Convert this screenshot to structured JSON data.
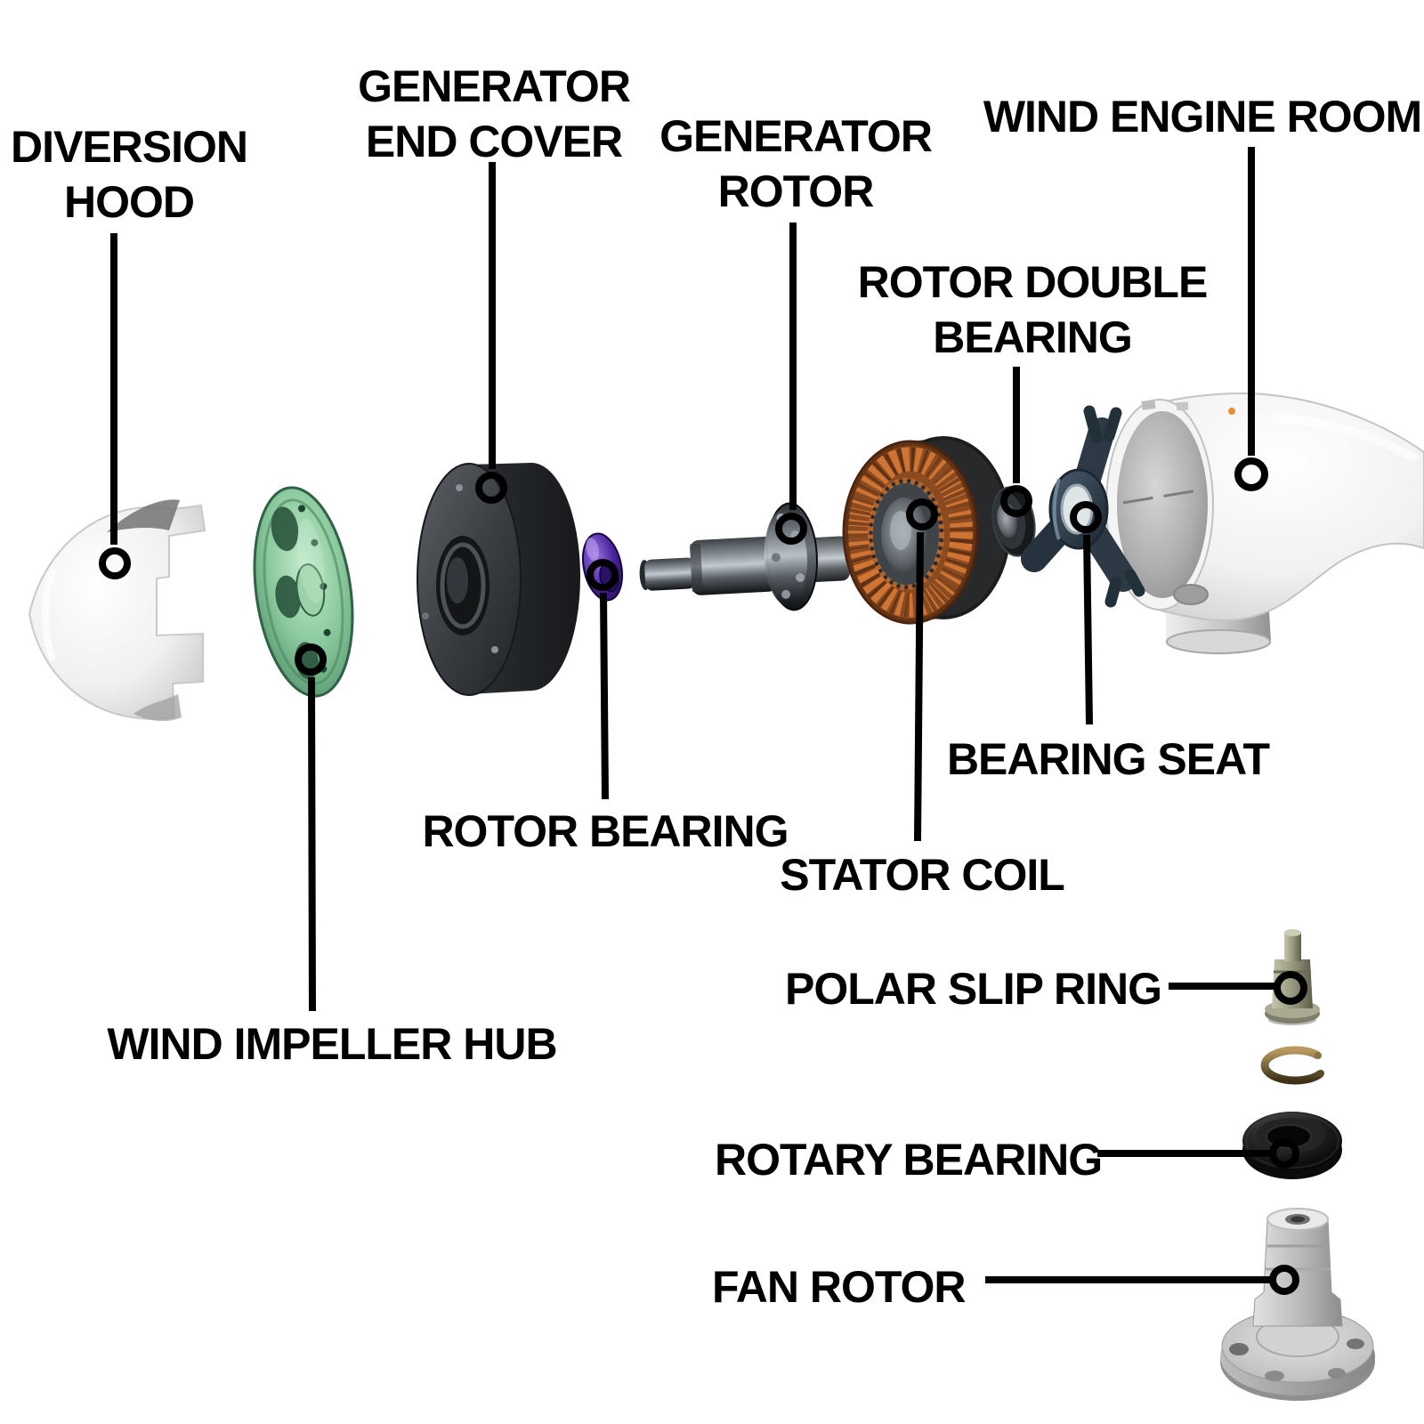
{
  "diagram": {
    "subject": "wind turbine generator exploded view",
    "background": "#ffffff"
  },
  "labels": {
    "diversion_hood": {
      "line1": "DIVERSION",
      "line2": "HOOD"
    },
    "generator_end_cover": {
      "line1": "GENERATOR",
      "line2": "END COVER"
    },
    "generator_rotor": {
      "line1": "GENERATOR",
      "line2": "ROTOR"
    },
    "wind_engine_room": {
      "line1": "WIND ENGINE ROOM"
    },
    "rotor_double_bearing": {
      "line1": "ROTOR DOUBLE",
      "line2": "BEARING"
    },
    "bearing_seat": {
      "line1": "BEARING SEAT"
    },
    "rotor_bearing": {
      "line1": "ROTOR BEARING"
    },
    "stator_coil": {
      "line1": "STATOR COIL"
    },
    "wind_impeller_hub": {
      "line1": "WIND IMPELLER HUB"
    },
    "polar_slip_ring": {
      "line1": "POLAR SLIP RING"
    },
    "rotary_bearing": {
      "line1": "ROTARY BEARING"
    },
    "fan_rotor": {
      "line1": "FAN ROTOR"
    }
  },
  "palette": {
    "label_text": "#000000",
    "leader_line": "#000000",
    "hood_white": "#f2f2f2",
    "hub_green": "#7fbf93",
    "end_cover_gray": "#3f4347",
    "rotor_bearing_purple": "#55309f",
    "shaft_steel": "#6a7077",
    "stator_copper": "#c06a2e",
    "bearing_seat_slate": "#33424e",
    "nacelle_white": "#ededed",
    "slip_ring_olive": "#a3a38c",
    "clip_bronze": "#8a7342",
    "rotary_bearing_black": "#1c1c1c",
    "fan_rotor_gray": "#c0c0be"
  }
}
